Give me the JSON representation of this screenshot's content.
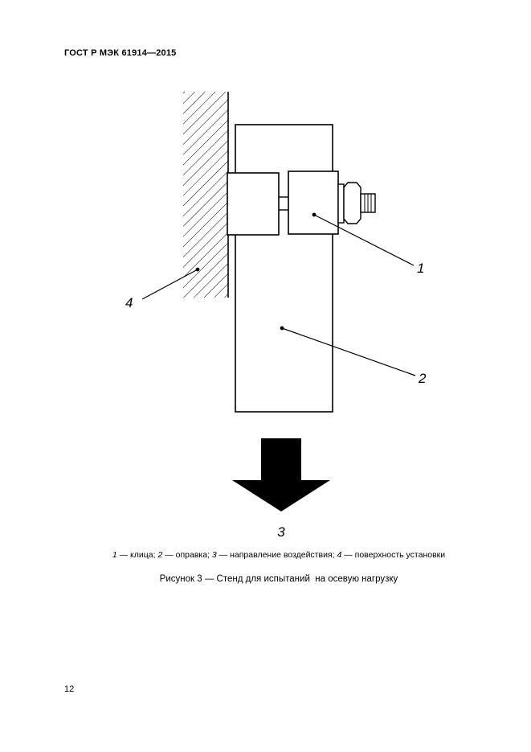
{
  "colors": {
    "ink": "#000000",
    "paper": "#ffffff"
  },
  "page": {
    "header": "ГОСТ Р МЭК 61914—2015",
    "number": "12"
  },
  "figure": {
    "callouts": {
      "clip": "1",
      "mandrel": "2",
      "direction": "3",
      "surface": "4"
    },
    "legend": {
      "items": [
        {
          "num": "1",
          "label": "клица"
        },
        {
          "num": "2",
          "label": "оправка"
        },
        {
          "num": "3",
          "label": "направление воздействия"
        },
        {
          "num": "4",
          "label": "поверхность установки"
        }
      ]
    },
    "title": "Рисунок 3 — Стенд для испытаний  на осевую нагрузку"
  },
  "punct": {
    "dash": " — ",
    "semi": "; "
  }
}
